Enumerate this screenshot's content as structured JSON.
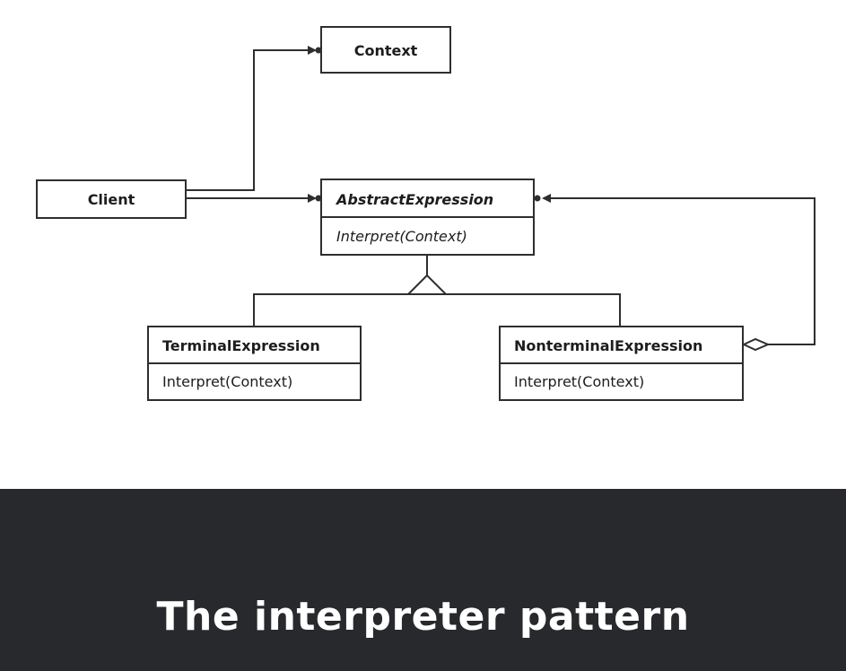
{
  "diagram": {
    "context": {
      "name": "Context"
    },
    "client": {
      "name": "Client"
    },
    "abstract_expression": {
      "name": "AbstractExpression",
      "method": "Interpret(Context)"
    },
    "terminal_expression": {
      "name": "TerminalExpression",
      "method": "Interpret(Context)"
    },
    "nonterminal_expression": {
      "name": "NonterminalExpression",
      "method": "Interpret(Context)"
    }
  },
  "banner": {
    "title": "The interpreter pattern"
  },
  "colors": {
    "line": "#2e2e2e",
    "banner_bg": "#28292d",
    "banner_text": "#ffffff"
  }
}
